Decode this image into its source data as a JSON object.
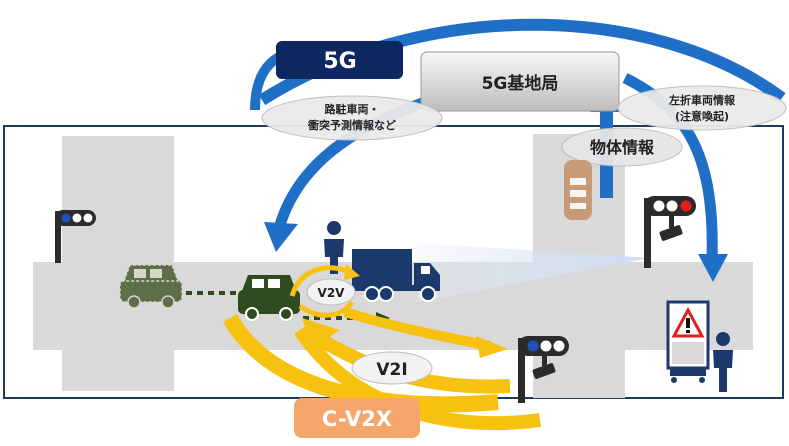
{
  "labels": {
    "network_5g": "5G",
    "base_station": "5G基地局",
    "info_left_line1": "路駐車両・",
    "info_left_line2": "衝突予測情報など",
    "info_right_line1": "左折車両情報",
    "info_right_line2": "(注意喚起)",
    "object_info": "物体情報",
    "v2v": "V2V",
    "v2i": "V2I",
    "cv2x": "C-V2X"
  },
  "colors": {
    "network_5g_box": "#0d2760",
    "arrow_blue": "#1f6fc6",
    "arrow_yellow": "#f7c10f",
    "cv2x_box": "#f5a66b",
    "road": "#d9d9d9",
    "car": "#2e4a1e",
    "truck": "#1b3a6b",
    "signal_red": "#e02020",
    "signal_blue": "#2050c0"
  },
  "icons": [
    "car-icon",
    "parked-car-icon",
    "truck-icon",
    "pedestrian-icon",
    "traffic-signal-icon",
    "roadside-camera-icon",
    "warning-sign-icon"
  ]
}
